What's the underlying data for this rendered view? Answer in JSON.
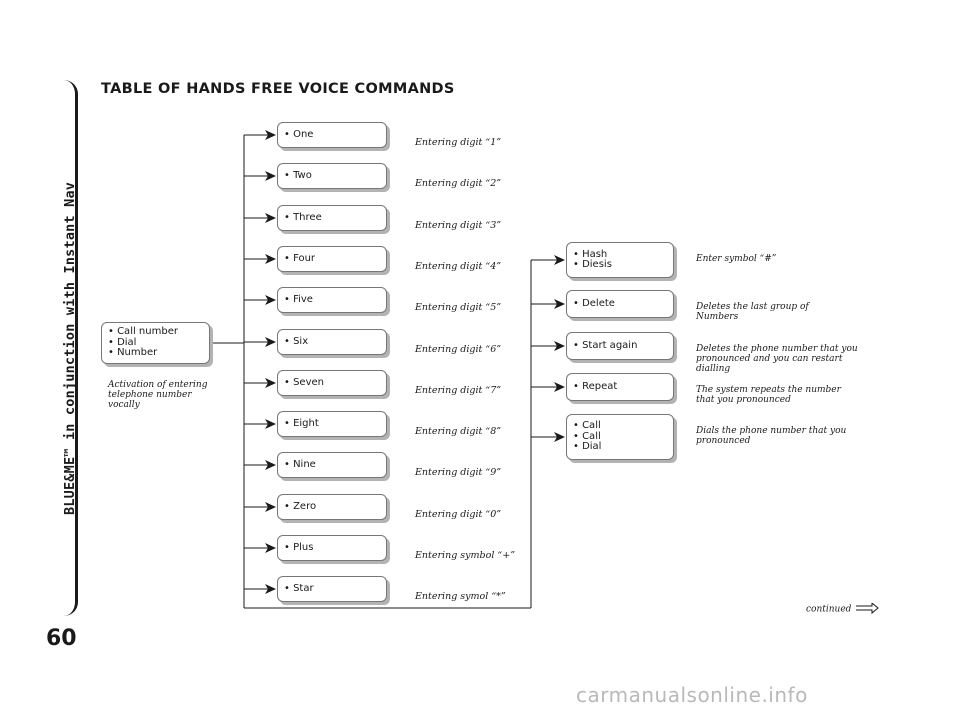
{
  "side_title": "BLUE&ME™ in conjunction with Instant Nav",
  "page_number": "60",
  "heading": "TABLE OF HANDS FREE VOICE COMMANDS",
  "source_box": {
    "lines": [
      "• Call number",
      "• Dial",
      "• Number"
    ]
  },
  "source_note": [
    "Activation of entering",
    "telephone number",
    "vocally"
  ],
  "digit_commands": [
    {
      "label": "• One",
      "desc": "Entering digit “1”"
    },
    {
      "label": "• Two",
      "desc": "Entering digit “2”"
    },
    {
      "label": "• Three",
      "desc": "Entering digit “3”"
    },
    {
      "label": "• Four",
      "desc": "Entering digit “4”"
    },
    {
      "label": "• Five",
      "desc": "Entering digit “5”"
    },
    {
      "label": "• Six",
      "desc": "Entering digit “6”"
    },
    {
      "label": "• Seven",
      "desc": "Entering digit “7”"
    },
    {
      "label": "• Eight",
      "desc": "Entering digit “8”"
    },
    {
      "label": "• Nine",
      "desc": "Entering digit “9”"
    },
    {
      "label": "• Zero",
      "desc": "Entering digit “0”"
    },
    {
      "label": "• Plus",
      "desc": "Entering symbol “+”"
    },
    {
      "label": "• Star",
      "desc": "Entering symol “*”"
    }
  ],
  "action_commands": [
    {
      "lines": [
        "• Hash",
        "• Diesis"
      ],
      "desc": [
        "Enter symbol “#”"
      ]
    },
    {
      "lines": [
        "• Delete"
      ],
      "desc": [
        "Deletes the last group of",
        "Numbers"
      ]
    },
    {
      "lines": [
        "• Start again"
      ],
      "desc": [
        "Deletes the phone number that you",
        "pronounced and you can restart",
        "dialling"
      ]
    },
    {
      "lines": [
        "• Repeat"
      ],
      "desc": [
        "The system repeats the number",
        "that you pronounced"
      ]
    },
    {
      "lines": [
        "• Call",
        "• Call",
        "• Dial"
      ],
      "desc": [
        "Dials the phone number that you",
        "pronounced"
      ]
    }
  ],
  "continued_label": "continued",
  "watermark": "carmanualsonline.info"
}
